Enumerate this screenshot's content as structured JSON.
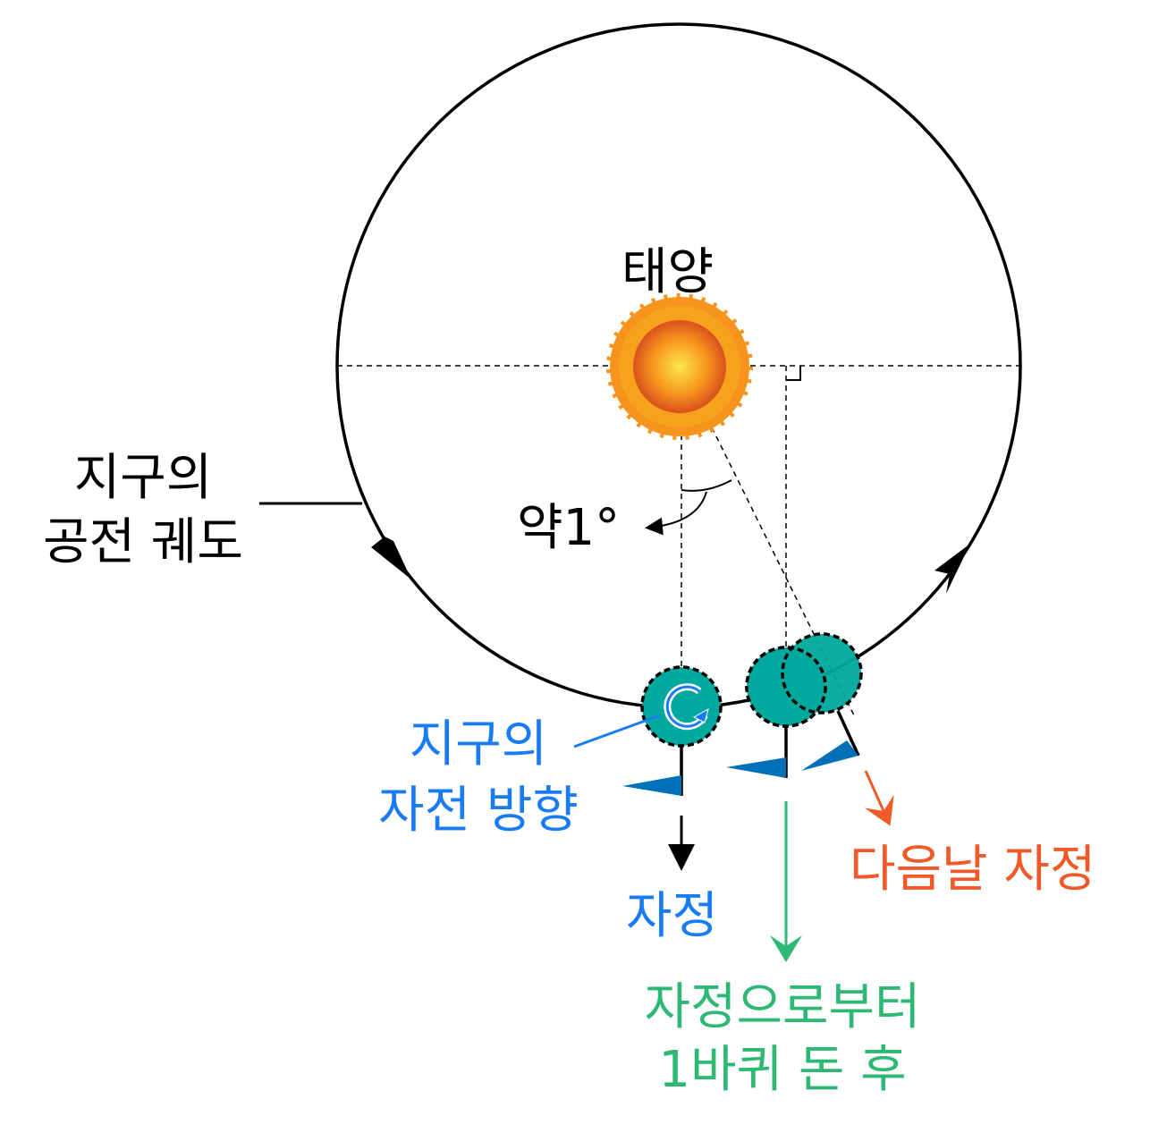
{
  "labels": {
    "sun": "태양",
    "orbit_line1": "지구의",
    "orbit_line2": "공전 궤도",
    "angle": "약1°",
    "rotation_line1": "지구의",
    "rotation_line2": "자전 방향",
    "noon": "자정",
    "one_turn_line1": "자정으로부터",
    "one_turn_line2": "1바퀴 돈 후",
    "next_noon": "다음날 자정"
  },
  "colors": {
    "earth": "#00a99d",
    "flag": "#0070b8",
    "rotation_label": "#1a7cf5",
    "one_turn_label": "#2db874",
    "next_label": "#f05a28",
    "sun_outer": "#f7941d",
    "sun_inner": "#f15a24"
  }
}
